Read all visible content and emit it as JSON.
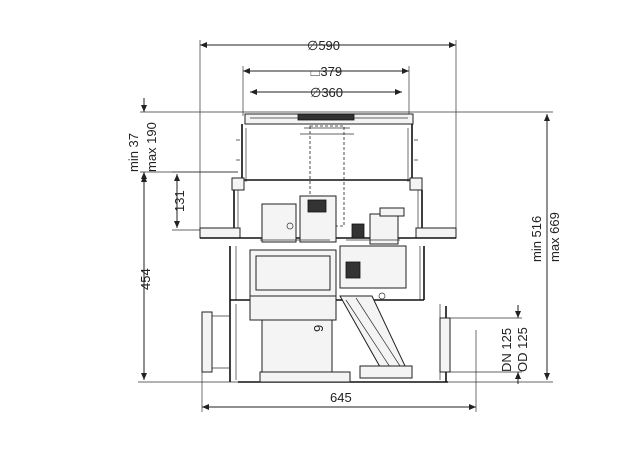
{
  "dimensions": {
    "top_diameter": "∅590",
    "square_size": "⌴379",
    "inner_diameter": "∅360",
    "cover_adjust": [
      "min 37",
      "max 190"
    ],
    "step_131": "131",
    "height_454": "454",
    "overall_height": [
      "min 516",
      "max 669"
    ],
    "offset_9": "9",
    "pipe_size": [
      "DN 125",
      "OD 125"
    ],
    "width_645": "645"
  },
  "colors": {
    "line": "#222222",
    "background": "#ffffff"
  }
}
